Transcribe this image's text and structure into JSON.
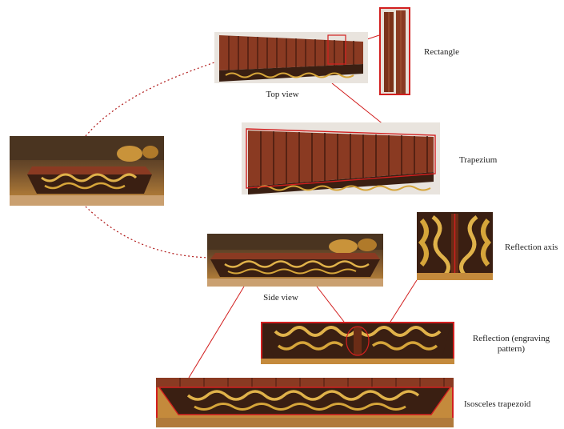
{
  "figure": {
    "label_top_view": "Top view",
    "label_side_view": "Side view",
    "label_rectangle": "Rectangle",
    "label_trapezium": "Trapezium",
    "label_reflection_axis": "Reflection axis",
    "label_reflection_line1": "Reflection (engraving",
    "label_reflection_line2": "pattern)",
    "label_isosceles": "Isosceles trapezoid"
  },
  "colors": {
    "highlight": "#d21f1f",
    "wood_bar": "#8a3a22",
    "gold": "#d6a53a",
    "frame_dark": "#3a1f12"
  }
}
